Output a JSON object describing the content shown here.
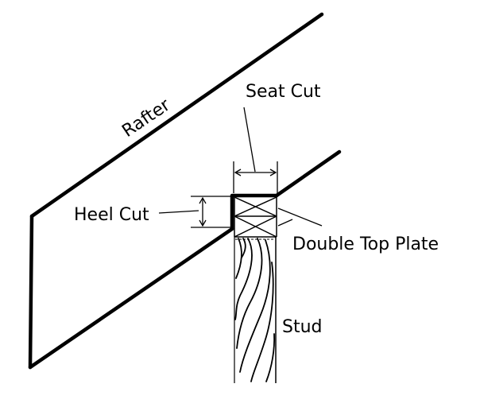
{
  "diagram": {
    "labels": {
      "rafter": "Rafter",
      "seat_cut": "Seat Cut",
      "heel_cut": "Heel Cut",
      "double_top_plate": "Double Top Plate",
      "stud": "Stud"
    },
    "colors": {
      "ink": "#000000",
      "background": "#ffffff"
    }
  }
}
